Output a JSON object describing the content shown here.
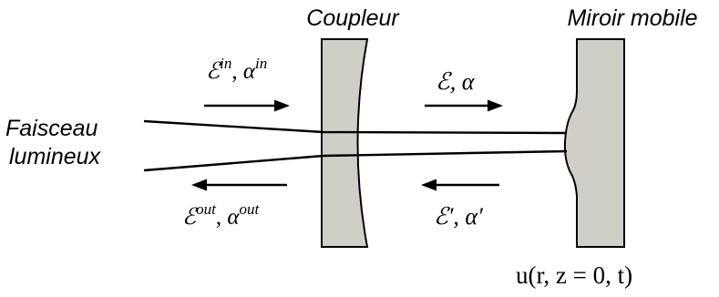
{
  "labels": {
    "coupler": "Coupleur",
    "mirror": "Miroir mobile",
    "beam_line1": "Faisceau",
    "beam_line2": "lumineux",
    "field_in": "ℰ",
    "field_in_sup": "in",
    "alpha_in": "α",
    "alpha_in_sup": "in",
    "field_intra": "ℰ, α",
    "field_out": "ℰ",
    "field_out_sup": "out",
    "alpha_out": "α",
    "alpha_out_sup": "out",
    "field_back": "ℰ′, α′",
    "displacement": "u(r, z = 0, t)",
    "sep": ", "
  }
}
